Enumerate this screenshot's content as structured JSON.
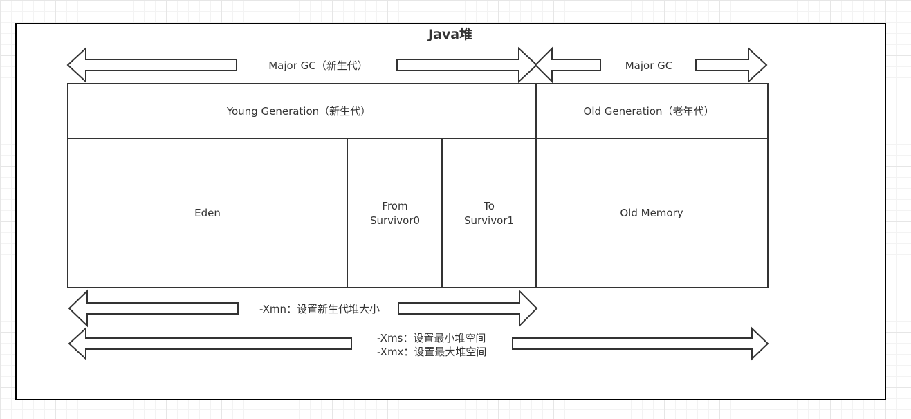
{
  "title": "Java堆",
  "arrows": {
    "major_gc_young": "Major  GC（新生代）",
    "major_gc_old": "Major  GC",
    "xmn": "-Xmn：设置新生代堆大小",
    "xms": "-Xms：设置最小堆空间",
    "xmx": "-Xmx：设置最大堆空间"
  },
  "regions": {
    "young_generation": "Young Generation（新生代）",
    "old_generation": "Old Generation（老年代）",
    "eden": "Eden",
    "from_line1": "From",
    "from_line2": "Survivor0",
    "to_line1": "To",
    "to_line2": "Survivor1",
    "old_memory": "Old Memory"
  },
  "colors": {
    "frame": "#000000",
    "stroke": "#333333",
    "grid": "#e6e6e6"
  }
}
